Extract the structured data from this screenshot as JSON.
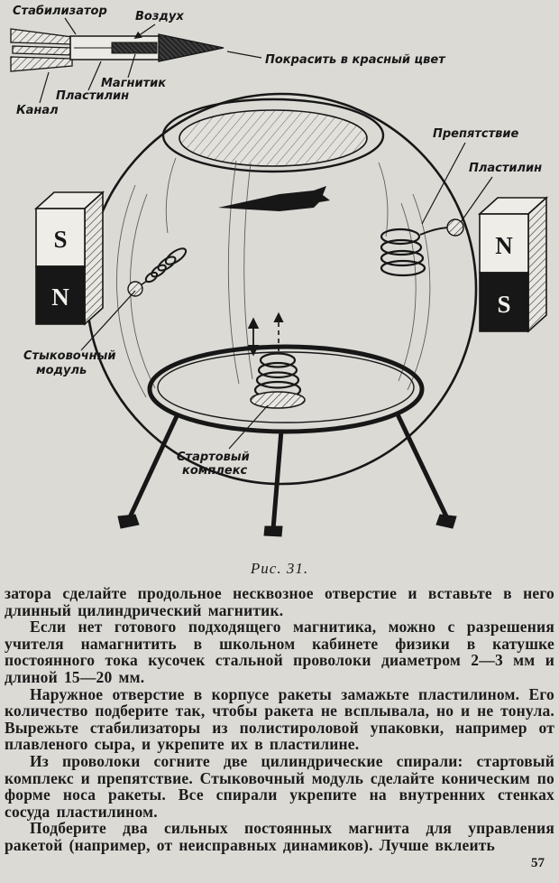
{
  "figure": {
    "caption": "Рис. 31.",
    "rocket_labels": {
      "stabilizer": "Стабилизатор",
      "air": "Воздух",
      "paint": "Покрасить в красный цвет",
      "magnet": "Магнитик",
      "plasticine": "Пластилин",
      "channel": "Канал"
    },
    "bowl_labels": {
      "obstacle": "Препятствие",
      "plasticine": "Пластилин",
      "docking_line1": "Стыковочный",
      "docking_line2": "модуль",
      "launch_line1": "Стартовый",
      "launch_line2": "комплекс"
    },
    "magnet_left": {
      "top": "S",
      "bottom": "N"
    },
    "magnet_right": {
      "top": "N",
      "bottom": "S"
    }
  },
  "body": {
    "paragraphs": [
      "затора сделайте продольное несквозное отверстие и вставьте в него длинный цилиндрический магнитик.",
      "Если нет готового подходящего магнитика, можно с разрешения учителя намагнитить в школьном кабинете физики в катушке постоянного тока кусочек стальной проволоки диаметром 2—3 мм и длиной 15—20 мм.",
      "Наружное отверстие в корпусе ракеты замажьте пластилином. Его количество подберите так, чтобы ракета не всплывала, но и не тонула. Вырежьте стабилизаторы из полистироловой упаковки, например от плавленого сыра, и укрепите их в пластилине.",
      "Из проволоки согните две цилиндрические спирали: стартовый комплекс и препятствие. Стыковочный модуль сделайте коническим по форме носа ракеты. Все спирали укрепите на внутренних стенках сосуда пластилином.",
      "Подберите два сильных постоянных магнита для управления ракетой (например, от неисправных динамиков). Лучше вклеить"
    ]
  },
  "page": {
    "number": "57"
  }
}
